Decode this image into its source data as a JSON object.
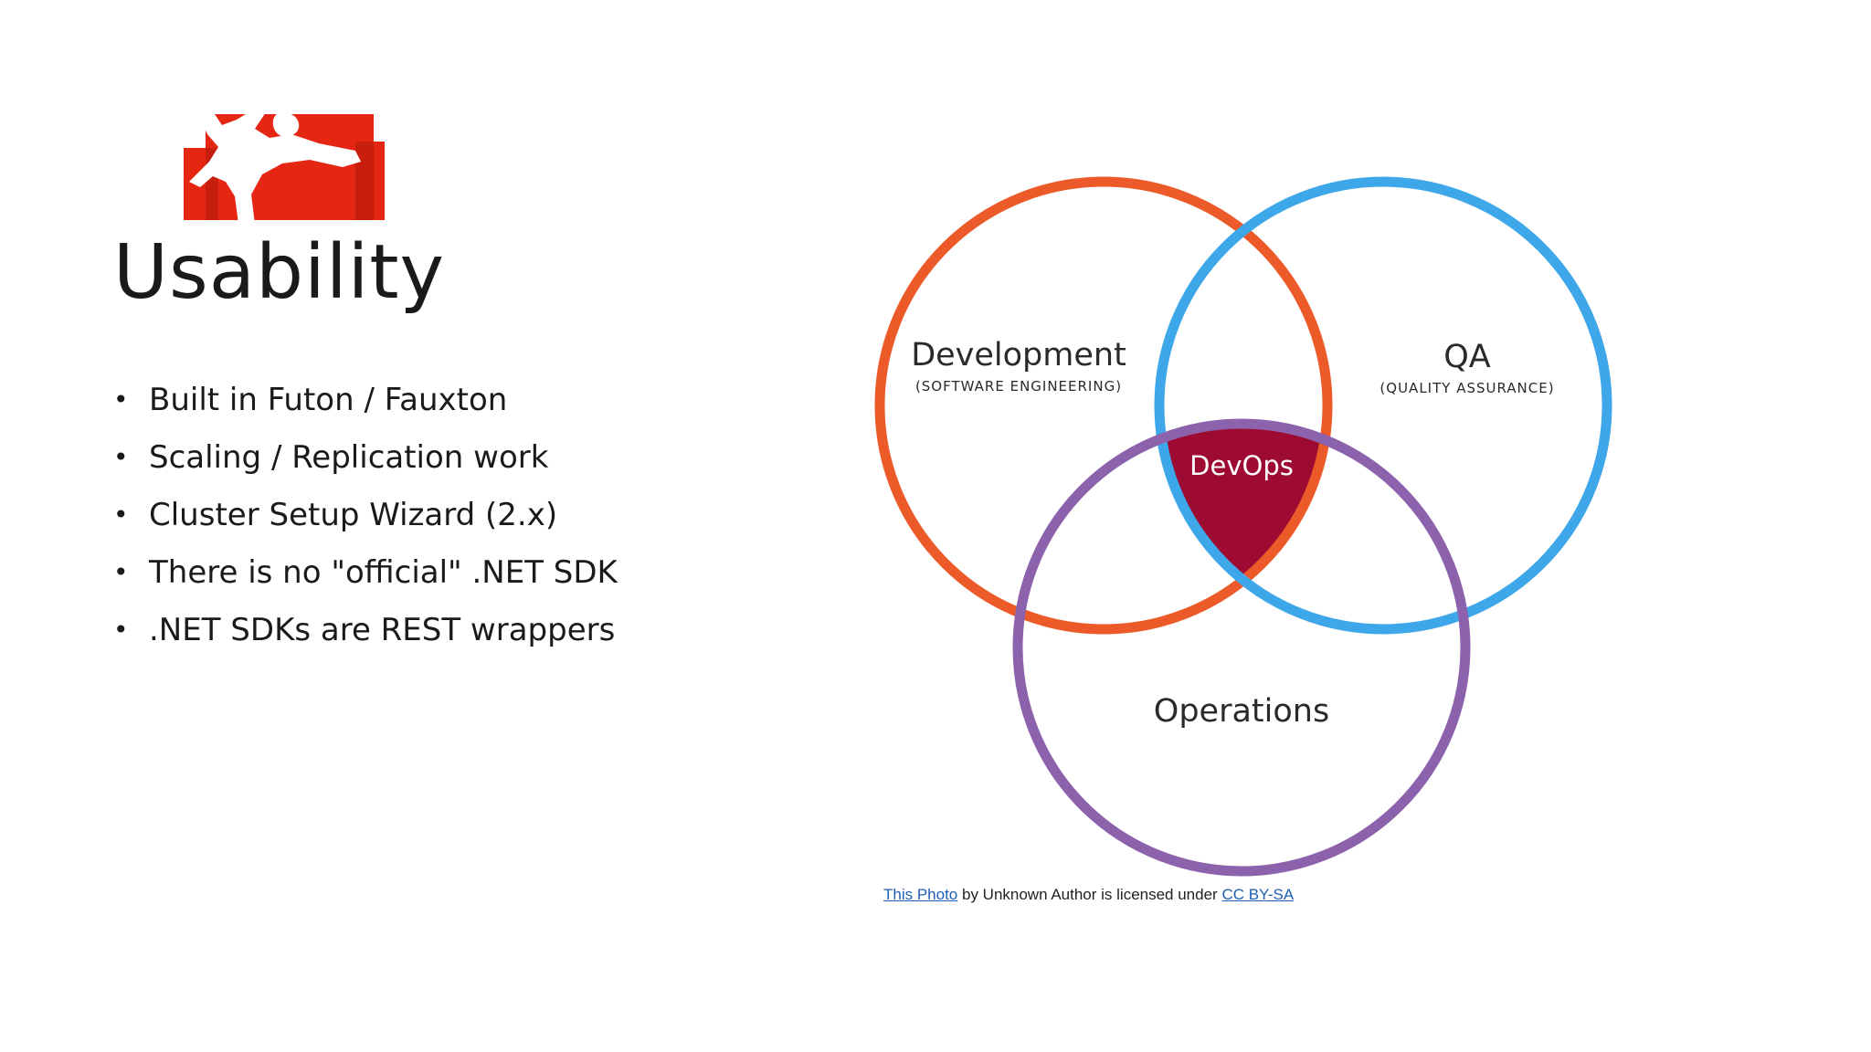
{
  "slide": {
    "title": "Usability",
    "bullets": [
      "Built in Futon / Fauxton",
      "Scaling / Replication work",
      "Cluster Setup Wizard (2.x)",
      "There is no \"official\" .NET SDK",
      ".NET SDKs are REST wrappers"
    ],
    "bullet_glyph": "•"
  },
  "logo": {
    "icon": "couchdb-relax-logo-icon",
    "color": "#e42613"
  },
  "venn": {
    "circles": [
      {
        "label": "Development",
        "sublabel": "(SOFTWARE ENGINEERING)",
        "color": "#ec5a2a"
      },
      {
        "label": "QA",
        "sublabel": "(QUALITY ASSURANCE)",
        "color": "#3ea7ea"
      },
      {
        "label": "Operations",
        "sublabel": "",
        "color": "#8c62ad"
      }
    ],
    "center_label": "DevOps",
    "center_color": "#9e0b32"
  },
  "credit": {
    "link1": "This Photo",
    "middle": " by Unknown Author is licensed under ",
    "link2": "CC BY-SA"
  }
}
